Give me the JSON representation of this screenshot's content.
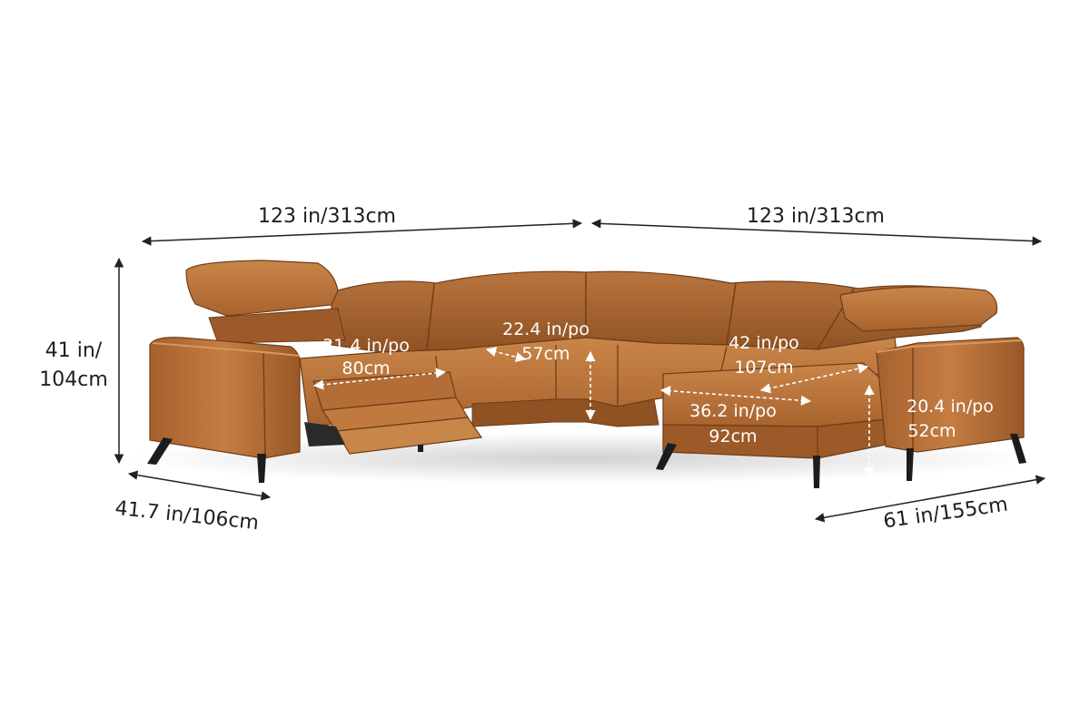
{
  "colors": {
    "leather_light": "#c9824a",
    "leather_mid": "#b06a33",
    "leather_dark": "#8a4f22",
    "seam": "#6e3c18",
    "legs": "#1c1c1c",
    "dimension_line": "#222222",
    "inner_dimension": "#ffffff"
  },
  "dimensions": {
    "top_left_width": "123 in/313cm",
    "top_right_width": "123 in/313cm",
    "height_line1": "41 in/",
    "height_line2": "104cm",
    "left_depth": "41.7 in/106cm",
    "right_depth": "61 in/155cm",
    "recliner_width_line1": "31.4 in/po",
    "recliner_width_line2": "80cm",
    "corner_width_line1": "22.4 in/po",
    "corner_width_line2": "57cm",
    "chaise_depth_line1": "42 in/po",
    "chaise_depth_line2": "107cm",
    "chaise_width_line1": "36.2 in/po",
    "chaise_width_line2": "92cm",
    "arm_height_line1": "20.4 in/po",
    "arm_height_line2": "52cm"
  }
}
